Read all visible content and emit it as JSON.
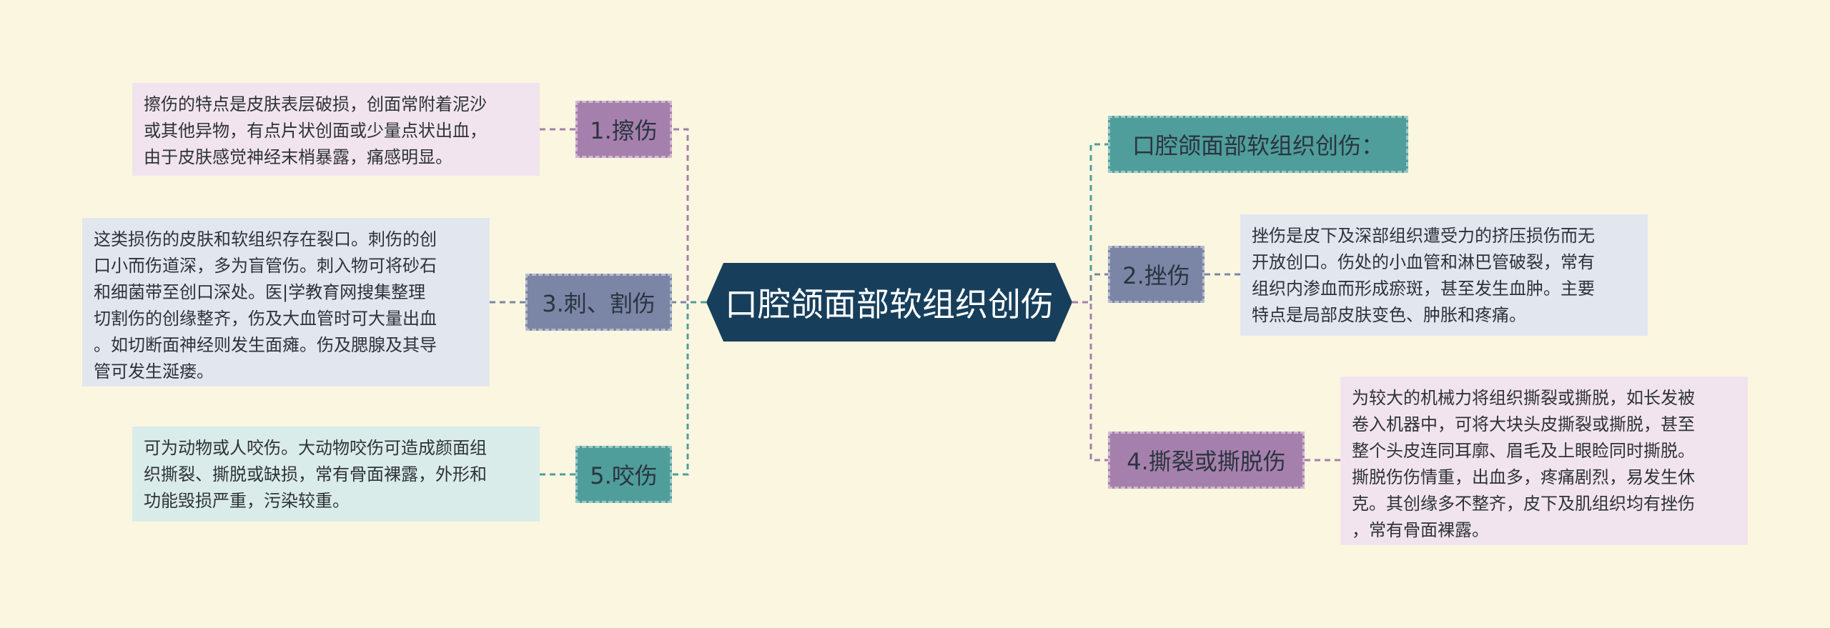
{
  "colors": {
    "background": "#fbf6df",
    "root": "#173f5c",
    "purple": "#a680ac",
    "slate": "#7b86a6",
    "teal": "#4f9e9b",
    "purple_light": "#f1e4ee",
    "slate_light": "#e2e6ef",
    "teal_light": "#daecea"
  },
  "root": {
    "label": "口腔颌面部软组织创伤"
  },
  "branches": {
    "b1": {
      "label": "1.擦伤",
      "color": "purple"
    },
    "b2": {
      "label": "2.挫伤",
      "color": "slate"
    },
    "b3": {
      "label": "3.刺、割伤",
      "color": "slate"
    },
    "b4": {
      "label": "4.撕裂或撕脱伤",
      "color": "purple"
    },
    "b5": {
      "label": "5.咬伤",
      "color": "teal"
    },
    "b0": {
      "label": "口腔颌面部软组织创伤：",
      "color": "teal"
    }
  },
  "leaves": {
    "b1": [
      "擦伤的特点是皮肤表层破损，创面常附着泥沙",
      "或其他异物，有点片状创面或少量点状出血，",
      "由于皮肤感觉神经末梢暴露，痛感明显。"
    ],
    "b2": [
      "挫伤是皮下及深部组织遭受力的挤压损伤而无",
      "开放创口。伤处的小血管和淋巴管破裂，常有",
      "组织内渗血而形成瘀斑，甚至发生血肿。主要",
      "特点是局部皮肤变色、肿胀和疼痛。"
    ],
    "b3": [
      "这类损伤的皮肤和软组织存在裂口。刺伤的创",
      "口小而伤道深，多为盲管伤。刺入物可将砂石",
      "和细菌带至创口深处。医|学教育网搜集整理",
      "切割伤的创缘整齐，伤及大血管时可大量出血",
      "。如切断面神经则发生面瘫。伤及腮腺及其导",
      "管可发生涎瘘。"
    ],
    "b4": [
      "为较大的机械力将组织撕裂或撕脱，如长发被",
      "卷入机器中，可将大块头皮撕裂或撕脱，甚至",
      "整个头皮连同耳廓、眉毛及上眼睑同时撕脱。",
      "撕脱伤伤情重，出血多，疼痛剧烈，易发生休",
      "克。其创缘多不整齐，皮下及肌组织均有挫伤",
      "，常有骨面裸露。"
    ],
    "b5": [
      "可为动物或人咬伤。大动物咬伤可造成颜面组",
      "织撕裂、撕脱或缺损，常有骨面裸露，外形和",
      "功能毁损严重，污染较重。"
    ]
  }
}
